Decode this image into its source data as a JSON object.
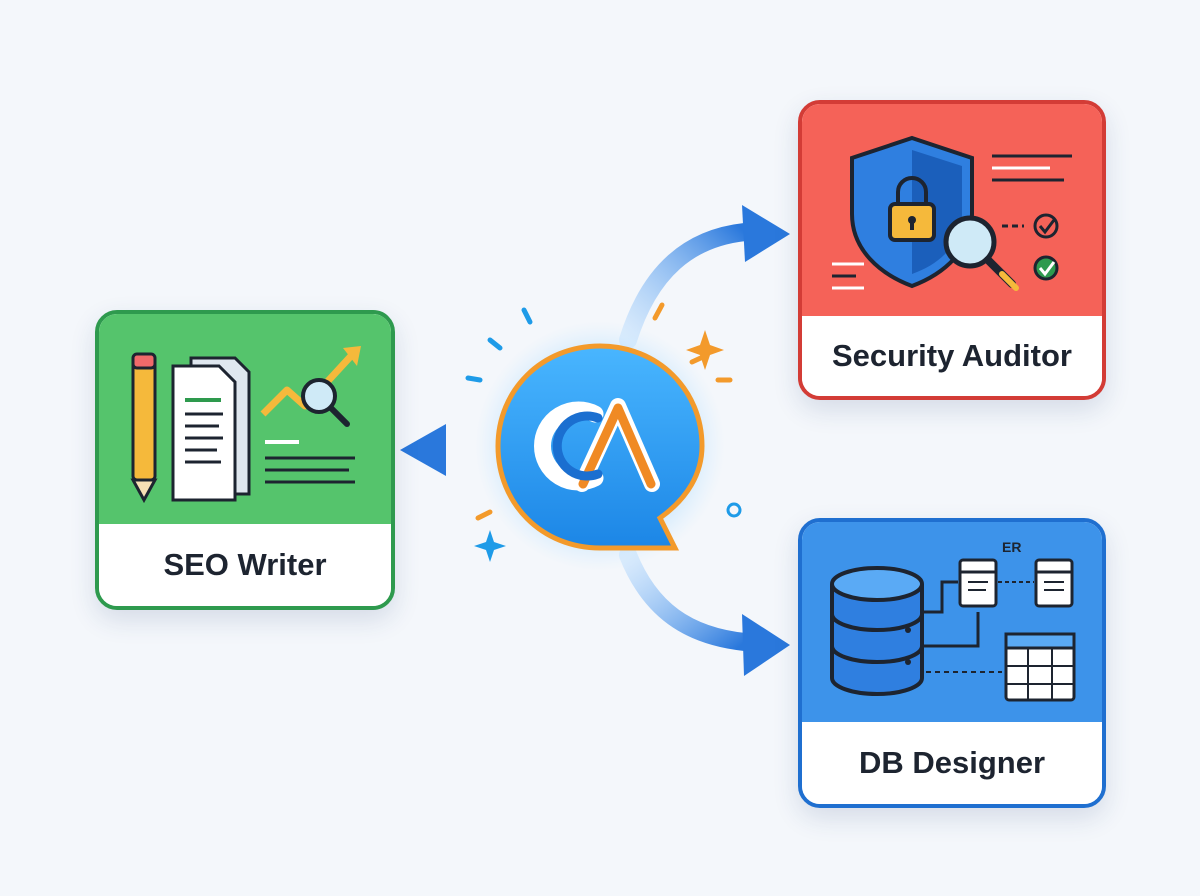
{
  "hub": {
    "logo_text": "CA",
    "icon": "ca-logo-chat-bubble-icon"
  },
  "cards": {
    "seo": {
      "label": "SEO Writer",
      "color": "#2e9a4e",
      "fill": "#55c46c",
      "icons": [
        "pencil-icon",
        "documents-icon",
        "trend-chart-magnifier-icon"
      ]
    },
    "security": {
      "label": "Security Auditor",
      "color": "#d33c36",
      "fill": "#f56258",
      "icons": [
        "shield-lock-icon",
        "magnifier-icon",
        "checklist-icon"
      ]
    },
    "db": {
      "label": "DB Designer",
      "color": "#1f6fd0",
      "fill": "#3d93ea",
      "icons": [
        "database-icon",
        "er-diagram-icon",
        "table-grid-icon"
      ],
      "er_tag": "ER"
    }
  },
  "colors": {
    "background": "#f4f7fb",
    "arrow_blue": "#2f7fe0",
    "accent_orange": "#f39a2b",
    "hub_blue": "#2f97f0"
  }
}
